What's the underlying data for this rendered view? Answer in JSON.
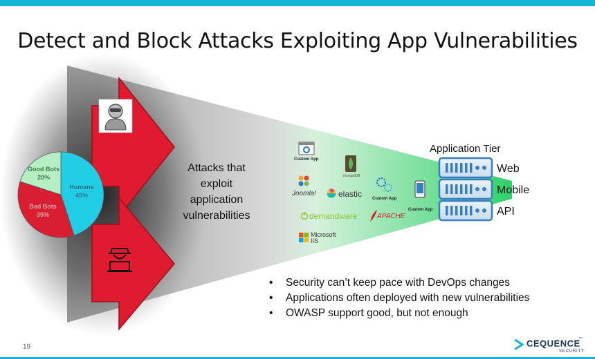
{
  "slide": {
    "title": "Detect and Block Attacks Exploiting App Vulnerabilities",
    "page_number": "19"
  },
  "pie": {
    "slices": [
      {
        "label": "Humans",
        "value_label": "45%",
        "value": 45,
        "color": "#22cde6"
      },
      {
        "label": "Bad Bots",
        "value_label": "35%",
        "value": 35,
        "color": "#d81e30"
      },
      {
        "label": "Good Bots",
        "value_label": "20%",
        "value": 20,
        "color": "#b6f0c2"
      }
    ]
  },
  "attacks_text": [
    "Attacks that",
    "exploit",
    "application",
    "vulnerabilities"
  ],
  "app_logos": {
    "custom_app": "Custom App",
    "mongodb": "mongoDB",
    "joomla": "Joomla!",
    "elastic": "elastic",
    "demandware": "demandware",
    "apache": "APACHE",
    "microsoft_iis": [
      "Microsoft",
      "IIS"
    ]
  },
  "application_tier": {
    "title": "Application Tier",
    "tiers": [
      "Web",
      "Mobile",
      "API"
    ]
  },
  "bullets": [
    "Security can’t keep pace with DevOps changes",
    "Applications often deployed with new vulnerabilities",
    "OWASP support good, but not enough"
  ],
  "logo": {
    "name": "CEQUENCE",
    "tagline": "SECURITY",
    "trademark": "™"
  },
  "colors": {
    "accent": "#16b4d6",
    "arrow_red": "#e01b2f",
    "server_blue": "#3a7ec2",
    "funnel_green": "#2fd26b"
  }
}
